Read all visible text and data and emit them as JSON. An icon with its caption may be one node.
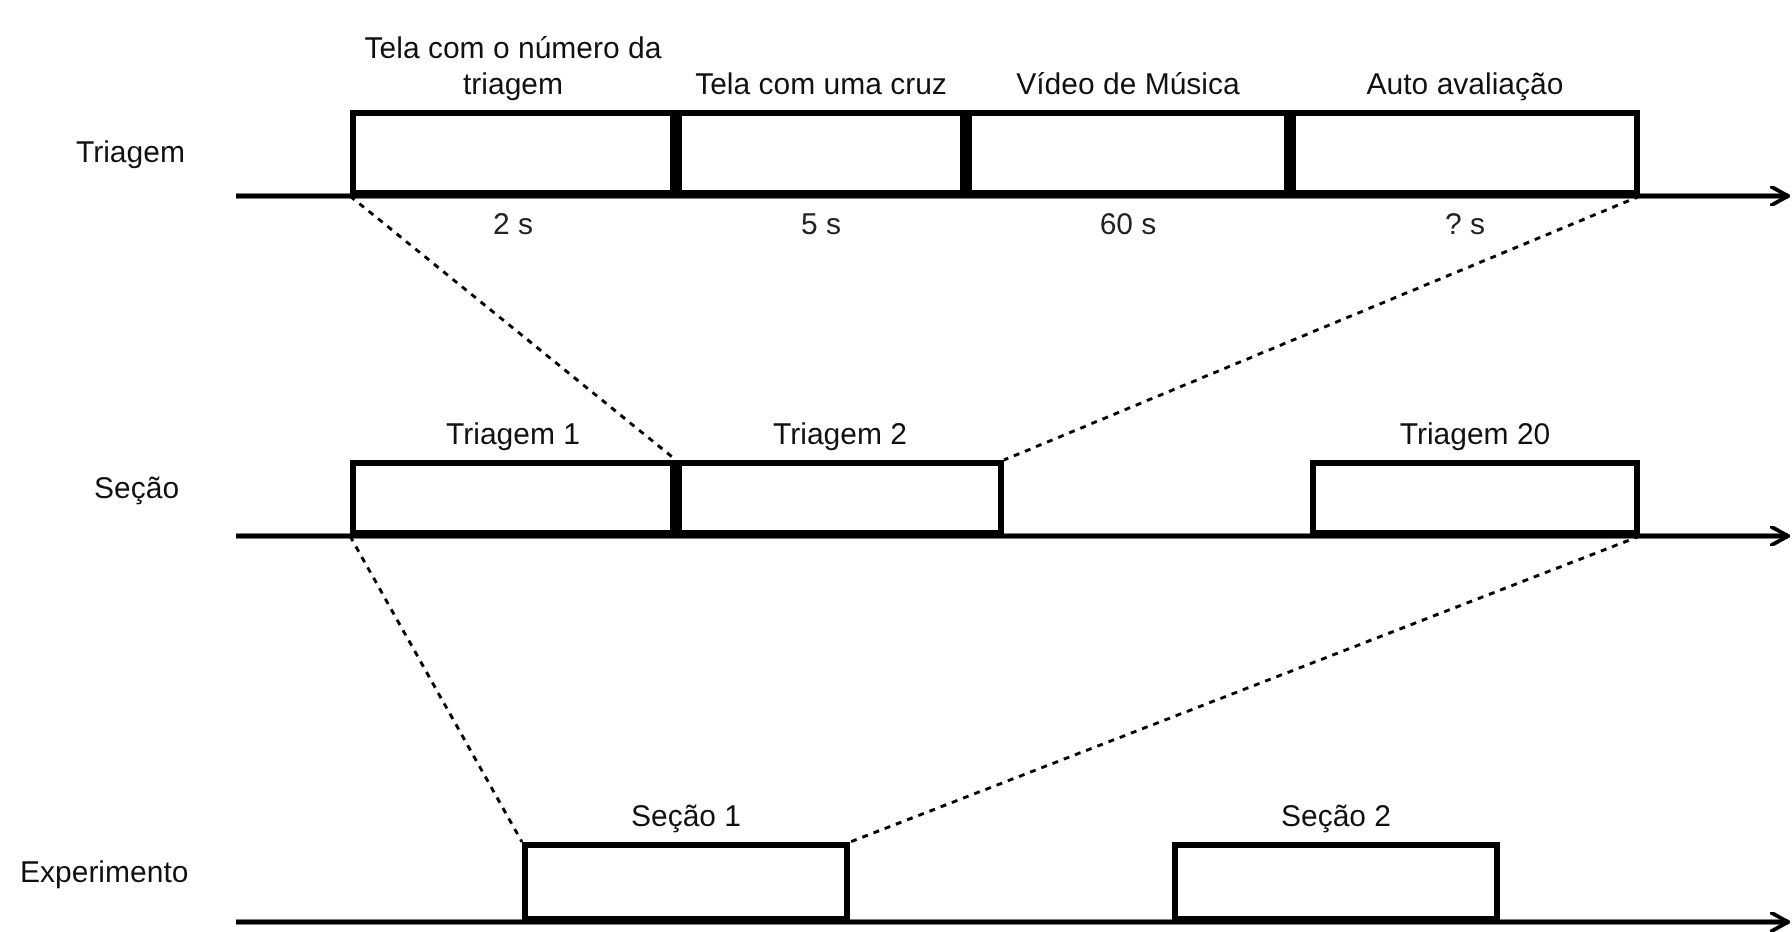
{
  "diagram": {
    "nodes": [
      {
        "text": [
          "Tela com o número da triagem"
        ],
        "beside": [
          "2 s"
        ]
      },
      {
        "text": [
          "Tela com uma cruz"
        ],
        "beside": [
          "5 s"
        ]
      },
      {
        "text": [
          "Vídeo de Música"
        ],
        "beside": [
          "60 s"
        ]
      },
      {
        "text": [
          "Auto avaliação"
        ],
        "beside": [
          "? s"
        ]
      },
      {
        "text": [
          "Triagem 1"
        ]
      },
      {
        "text": [
          "Triagem 2"
        ]
      },
      {
        "text": [
          "Triagem 20"
        ]
      },
      {
        "text": [
          "Seção 1"
        ]
      },
      {
        "text": [
          "Seção 2"
        ]
      }
    ],
    "edges": [
      {
        "from": 0,
        "to": 5,
        "arrow": "none",
        "style": "dashed"
      },
      {
        "from": 3,
        "to": 5,
        "arrow": "none",
        "style": "dashed"
      },
      {
        "from": 4,
        "to": 7,
        "arrow": "none",
        "style": "dashed"
      },
      {
        "from": 6,
        "to": 7,
        "arrow": "none",
        "style": "dashed"
      }
    ],
    "labels": [
      "Triagem",
      "Seção",
      "Experimento"
    ]
  }
}
